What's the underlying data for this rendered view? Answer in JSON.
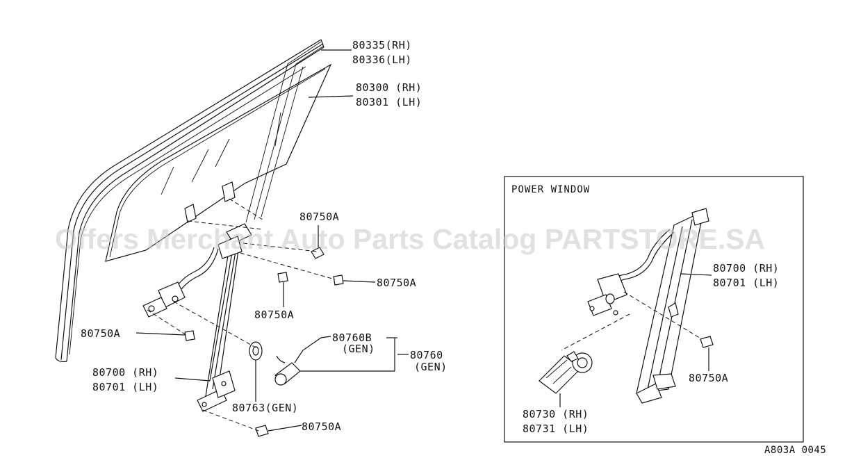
{
  "inset": {
    "title": "POWER WINDOW"
  },
  "callouts": {
    "c1": "80335(RH)",
    "c2": "80336(LH)",
    "c3": "80300 (RH)",
    "c4": "80301 (LH)",
    "c5": "80750A",
    "c6": "80750A",
    "c7": "80750A",
    "c8": "80750A",
    "c9": "80760B",
    "c10": "(GEN)",
    "c11": "80760",
    "c12": "(GEN)",
    "c13": "80700 (RH)",
    "c14": "80701 (LH)",
    "c15": "80763(GEN)",
    "c16": "80750A",
    "c17": "80700 (RH)",
    "c18": "80701 (LH)",
    "c19": "80750A",
    "c20": "80730 (RH)",
    "c21": "80731 (LH)"
  },
  "watermark": "Offers Merchant Auto Parts Catalog PARTSTORE.SA",
  "diagram_code": "A803A 0045"
}
